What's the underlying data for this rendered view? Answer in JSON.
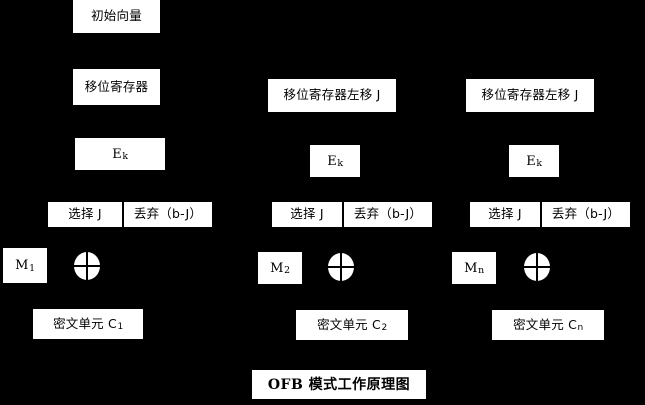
{
  "diagram": {
    "title": "OFB 模式工作原理图",
    "background_color": "#000000",
    "box_fill_color": "#ffffff",
    "box_text_color": "#000000",
    "stages": [
      {
        "id": "stage-1",
        "iv_label": "初始向量",
        "register_label": "移位寄存器",
        "encrypt_label_base": "E",
        "encrypt_label_sub": "k",
        "select_label": "选择 J",
        "discard_label": "丢弃（b-J）",
        "plaintext_base": "M",
        "plaintext_sub": "1",
        "xor_icon": "xor-circle-icon",
        "ciphertext_base": "密文单元 C",
        "ciphertext_sub": "1"
      },
      {
        "id": "stage-2",
        "register_label": "移位寄存器左移 J",
        "encrypt_label_base": "E",
        "encrypt_label_sub": "k",
        "select_label": "选择 J",
        "discard_label": "丢弃（b-J）",
        "plaintext_base": "M",
        "plaintext_sub": "2",
        "xor_icon": "xor-circle-icon",
        "ciphertext_base": "密文单元 C",
        "ciphertext_sub": "2"
      },
      {
        "id": "stage-n",
        "register_label": "移位寄存器左移 J",
        "encrypt_label_base": "E",
        "encrypt_label_sub": "k",
        "select_label": "选择 J",
        "discard_label": "丢弃（b-J）",
        "plaintext_base": "M",
        "plaintext_sub": "n",
        "xor_icon": "xor-circle-icon",
        "ciphertext_base": "密文单元 C",
        "ciphertext_sub": "n"
      }
    ]
  }
}
